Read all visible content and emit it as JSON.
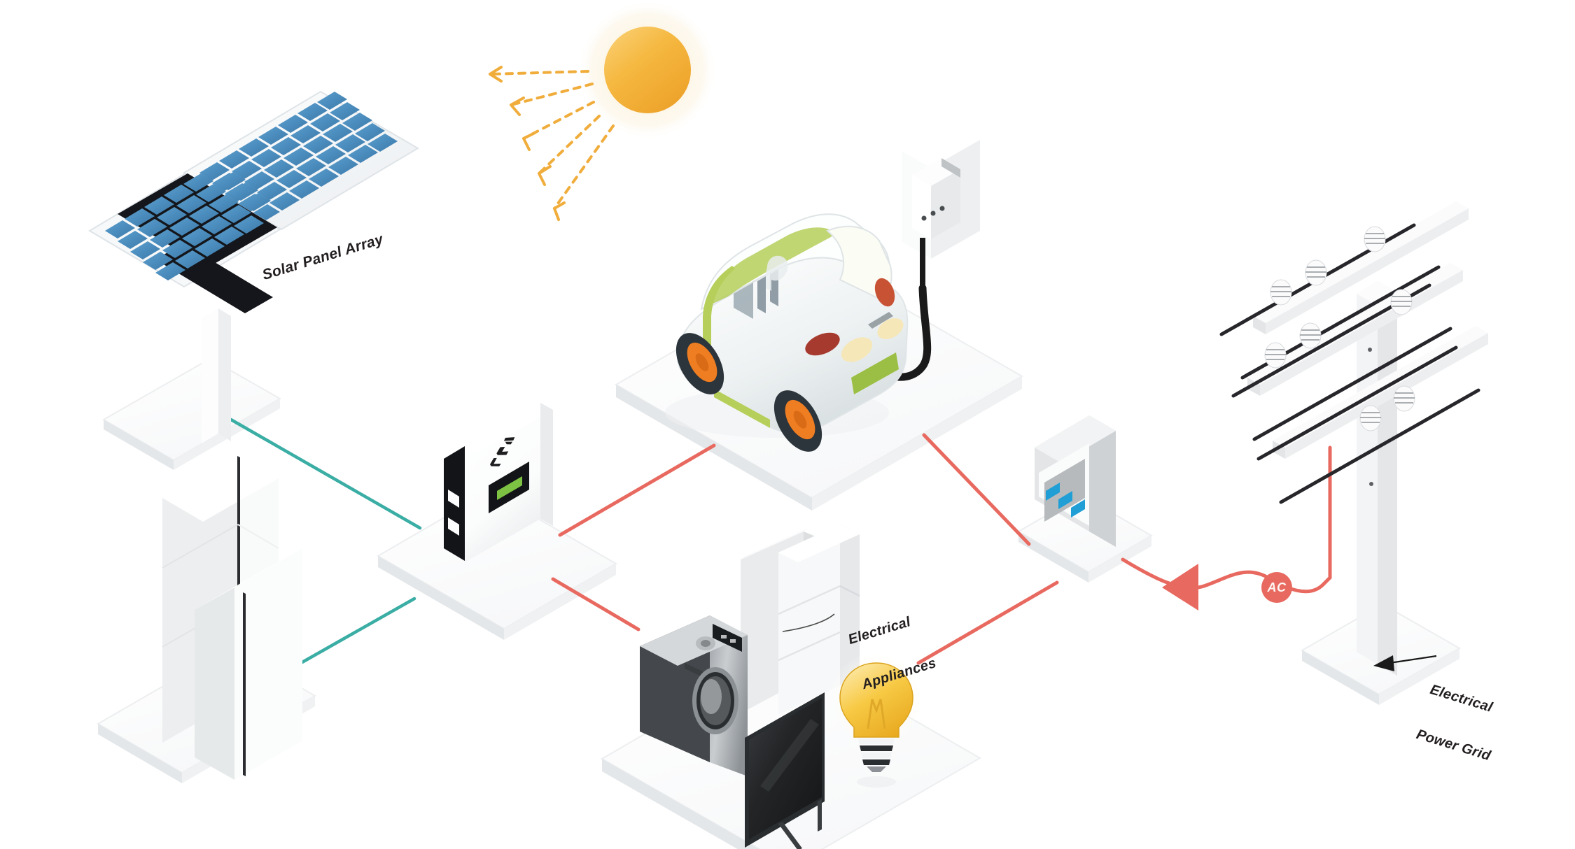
{
  "diagram": {
    "title": "Residential Solar Energy System",
    "background_color": "#ffffff"
  },
  "labels": {
    "solar_panel_array": "Solar Panel Array",
    "electrical_appliances_line1": "Electrical",
    "electrical_appliances_line2": "Appliances",
    "electrical_power_grid_line1": "Electrical",
    "electrical_power_grid_line2": "Power Grid",
    "ac_badge": "AC"
  },
  "components": {
    "solar_panel": {
      "name": "Solar Panel Array",
      "cell_color": "#4a90c4",
      "frame_color": "#f4f6f8",
      "backing_color": "#15171c"
    },
    "sun": {
      "name": "Sun",
      "core_color": "#f4b33d",
      "glow_color": "#fbf4e6",
      "ray_color": "#f0ad3c",
      "ray_count": 5
    },
    "inverter": {
      "name": "Solar Inverter",
      "brand": "SOLAX",
      "body_color": "#ffffff",
      "side_color": "#15171c",
      "display_color": "#7ec243"
    },
    "battery_storage": {
      "name": "Battery Storage Cabinets",
      "body_color": "#f2f3f5",
      "count": 2
    },
    "ev_car": {
      "name": "Electric Vehicle",
      "body_color": "#f0f3f4",
      "accent_color": "#b5cf5a",
      "wheel_rim_color": "#ef7d22"
    },
    "ev_charger": {
      "name": "EV Wall Charger",
      "body_color": "#ffffff",
      "cable_color": "#1a1a1a"
    },
    "meter": {
      "name": "Electricity Meter",
      "body_color": "#e9eaec",
      "screen_color": "#b9bcbd",
      "button_color": "#1f9fd6"
    },
    "appliances": {
      "name": "Electrical Appliances",
      "items": [
        "Washing Machine",
        "Refrigerator",
        "Television",
        "Light Bulb"
      ]
    },
    "utility_pole": {
      "name": "Electrical Power Grid Pole",
      "pole_color": "#f5f6f7",
      "line_color": "#27272b"
    }
  },
  "connections": {
    "dc_color": "#3aada4",
    "ac_color": "#e8695f",
    "dc_links": [
      {
        "from": "solar_panel",
        "to": "inverter"
      },
      {
        "from": "battery_storage",
        "to": "inverter"
      }
    ],
    "ac_links": [
      {
        "from": "inverter",
        "to": "ev_car"
      },
      {
        "from": "inverter",
        "to": "appliances"
      },
      {
        "from": "ev_car",
        "to": "meter"
      },
      {
        "from": "appliances",
        "to": "meter"
      },
      {
        "from": "meter",
        "to": "utility_pole",
        "has_arrow": true,
        "badge": "AC"
      }
    ]
  },
  "colors": {
    "dc_cable": "#3aada4",
    "ac_cable": "#e8695f",
    "sun": "#f4b33d",
    "solar_cell": "#4a90c4",
    "text": "#231f20"
  }
}
